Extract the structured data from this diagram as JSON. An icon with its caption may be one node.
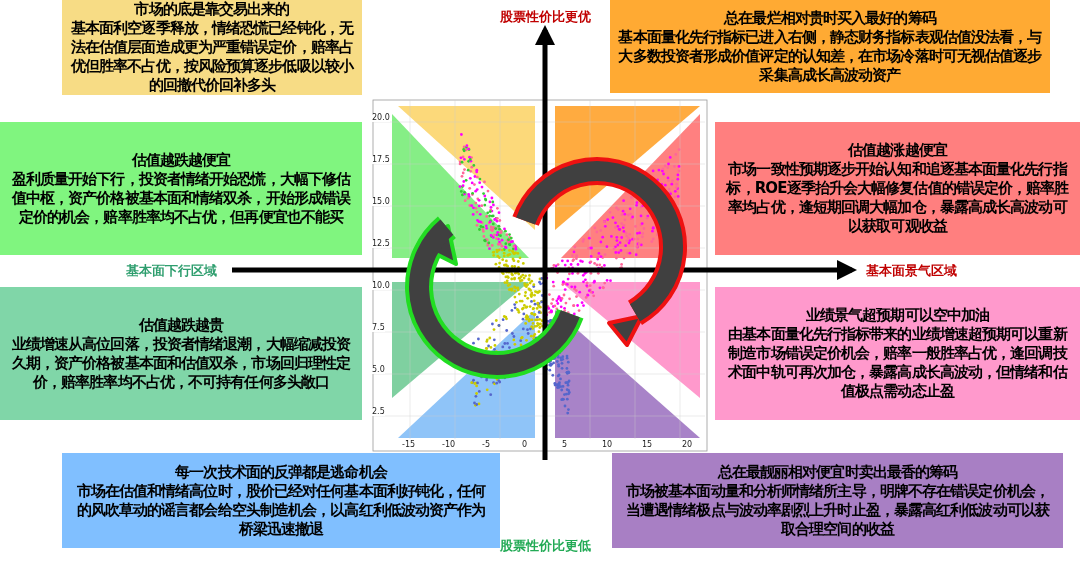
{
  "diagram": {
    "nodes": [
      {
        "text": [
          "市场的底是靠交易出来的",
          "基本面利空逐季释放，情绪恐慌已经钝化，无法在估值层面造成更为严重错误定价，赔率占优但胜率不占优，按风险预算逐步低吸以较小的回撤代价回补多头"
        ]
      },
      {
        "text": [
          "总在最烂相对贵时买入最好的筹码",
          "基本面量化先行指标已进入右侧，静态财务指标表观估值没法看，与大多数投资者形成价值评定的认知差，在市场冷落时可无视估值逐步采集高成长高波动资产"
        ]
      },
      {
        "text": [
          "估值越跌越便宜",
          "盈利质量开始下行，投资者情绪开始恐慌，大幅下修估值中枢，资产价格被基本面和情绪双杀，开始形成错误定价的机会，赔率胜率均不占优，但再便宜也不能买"
        ]
      },
      {
        "text": [
          "估值越涨越便宜",
          "市场一致性预期逐步开始认知和追逐基本面量化先行指标，ROE逐季抬升会大幅修复估值的错误定价，赔率胜率均占优，逢短期回调大幅加仓，暴露高成长高波动可以获取可观收益"
        ]
      },
      {
        "text": [
          "估值越跌越贵",
          "业绩增速从高位回落，投资者情绪退潮，大幅缩减投资久期，资产价格被基本面和估值双杀，市场回归理性定价，赔率胜率均不占优，不可持有任何多头敞口"
        ]
      },
      {
        "text": [
          "业绩景气超预期可以空中加油",
          "由基本面量化先行指标带来的业绩增速超预期可以重新制造市场错误定价机会，赔率一般胜率占优，逢回调技术面中轨可再次加仓，暴露高成长高波动，但情绪和估值极点需动态止盈"
        ]
      },
      {
        "text": [
          "每一次技术面的反弹都是逃命机会",
          "市场在估值和情绪高位时，股价已经对任何基本面利好钝化，任何的风吹草动的谣言都会给空头制造机会，以高红利低波动资产作为桥梁迅速撤退"
        ]
      },
      {
        "text": [
          "总在最靓丽相对便宜时卖出最香的筹码",
          "市场被基本面动量和分析师情绪所主导，明牌不存在错误定价机会，当遭遇情绪极点与波动率剧烈上升时止盈，暴露高红利低波动可以获取合理空间的收益"
        ]
      }
    ],
    "labels": [
      "股票性价比更优",
      "基本面下行区域",
      "基本面景气区域",
      "股票性价比更低",
      "20.0",
      "17.5",
      "15.0",
      "12.5",
      "10.0",
      "7.5",
      "5.0",
      "2.5",
      "-15",
      "-10",
      "-5",
      "0",
      "5",
      "10",
      "15",
      "20"
    ]
  }
}
